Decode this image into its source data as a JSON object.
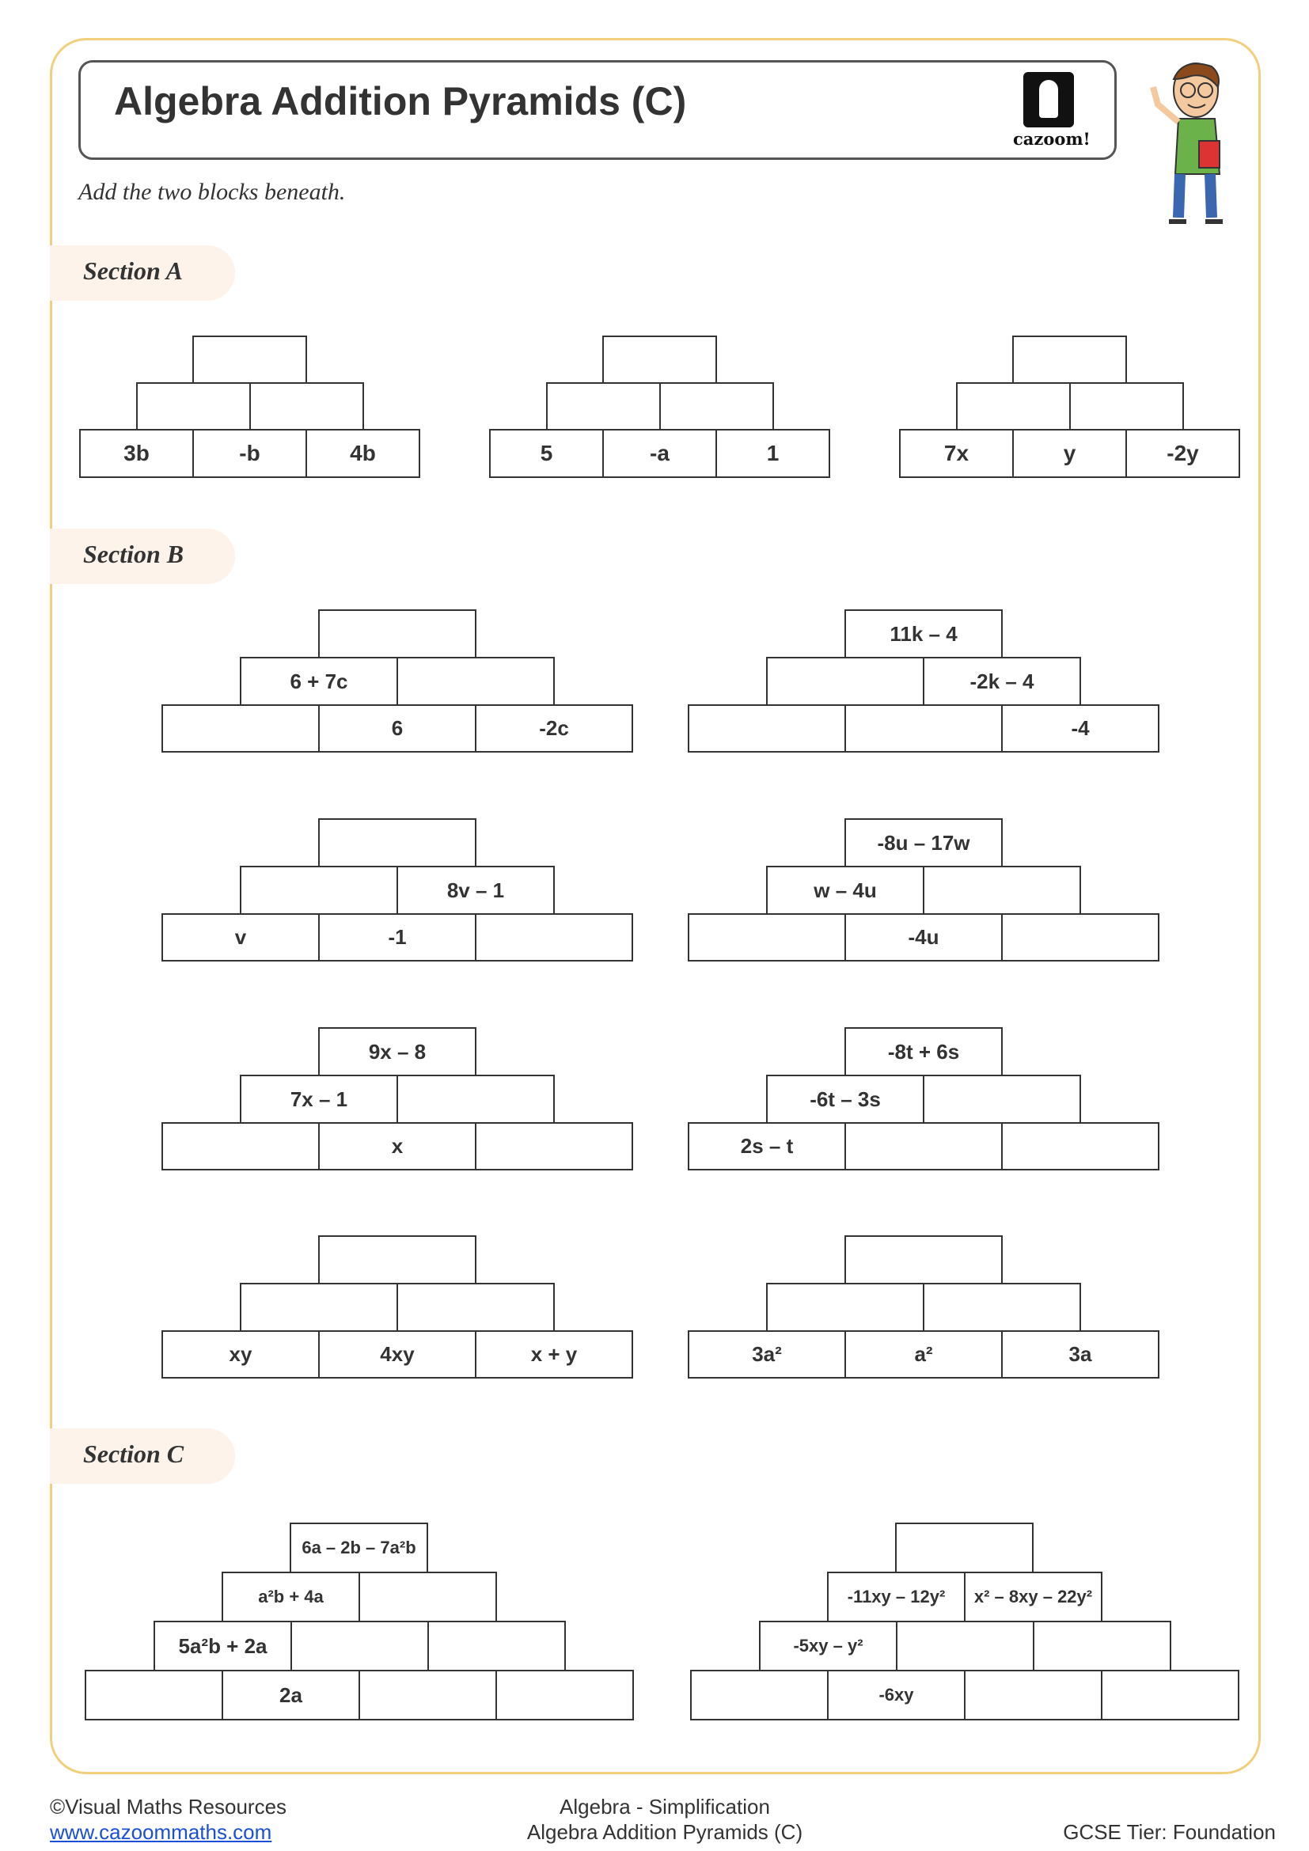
{
  "header": {
    "title": "Algebra Addition Pyramids (C)",
    "logo_text": "cazoom!",
    "instruction": "Add the two blocks beneath."
  },
  "sections": {
    "a": "Section A",
    "b": "Section B",
    "c": "Section C"
  },
  "pyramids": {
    "a1": {
      "bottom": [
        "3b",
        "-b",
        "4b"
      ],
      "middle": [
        "",
        ""
      ],
      "top": ""
    },
    "a2": {
      "bottom": [
        "5",
        "-a",
        "1"
      ],
      "middle": [
        "",
        ""
      ],
      "top": ""
    },
    "a3": {
      "bottom": [
        "7x",
        "y",
        "-2y"
      ],
      "middle": [
        "",
        ""
      ],
      "top": ""
    },
    "b1": {
      "bottom": [
        "",
        "6",
        "-2c"
      ],
      "middle": [
        "6 + 7c",
        ""
      ],
      "top": ""
    },
    "b2": {
      "bottom": [
        "",
        "",
        "-4"
      ],
      "middle": [
        "",
        "-2k – 4"
      ],
      "top": "11k – 4"
    },
    "b3": {
      "bottom": [
        "v",
        "-1",
        ""
      ],
      "middle": [
        "",
        "8v – 1"
      ],
      "top": ""
    },
    "b4": {
      "bottom": [
        "",
        "-4u",
        ""
      ],
      "middle": [
        "w – 4u",
        ""
      ],
      "top": "-8u – 17w"
    },
    "b5": {
      "bottom": [
        "",
        "x",
        ""
      ],
      "middle": [
        "7x – 1",
        ""
      ],
      "top": "9x – 8"
    },
    "b6": {
      "bottom": [
        "2s – t",
        "",
        ""
      ],
      "middle": [
        "-6t – 3s",
        ""
      ],
      "top": "-8t + 6s"
    },
    "b7": {
      "bottom": [
        "xy",
        "4xy",
        "x + y"
      ],
      "middle": [
        "",
        ""
      ],
      "top": ""
    },
    "b8": {
      "bottom": [
        "3a²",
        "a²",
        "3a"
      ],
      "middle": [
        "",
        ""
      ],
      "top": ""
    },
    "c1": {
      "row4": [
        "",
        "2a",
        "",
        ""
      ],
      "row3": [
        "5a²b + 2a",
        "",
        ""
      ],
      "row2": [
        "a²b + 4a",
        ""
      ],
      "top": "6a – 2b – 7a²b"
    },
    "c2": {
      "row4": [
        "",
        "-6xy",
        "",
        ""
      ],
      "row3": [
        "-5xy – y²",
        "",
        ""
      ],
      "row2": [
        "-11xy – 12y²",
        "x² – 8xy – 22y²"
      ],
      "top": ""
    }
  },
  "footer": {
    "copyright": "©Visual Maths Resources",
    "website": "www.cazoommaths.com",
    "topic": "Algebra - Simplification",
    "sheet": "Algebra Addition Pyramids (C)",
    "tier": "GCSE Tier: Foundation"
  }
}
